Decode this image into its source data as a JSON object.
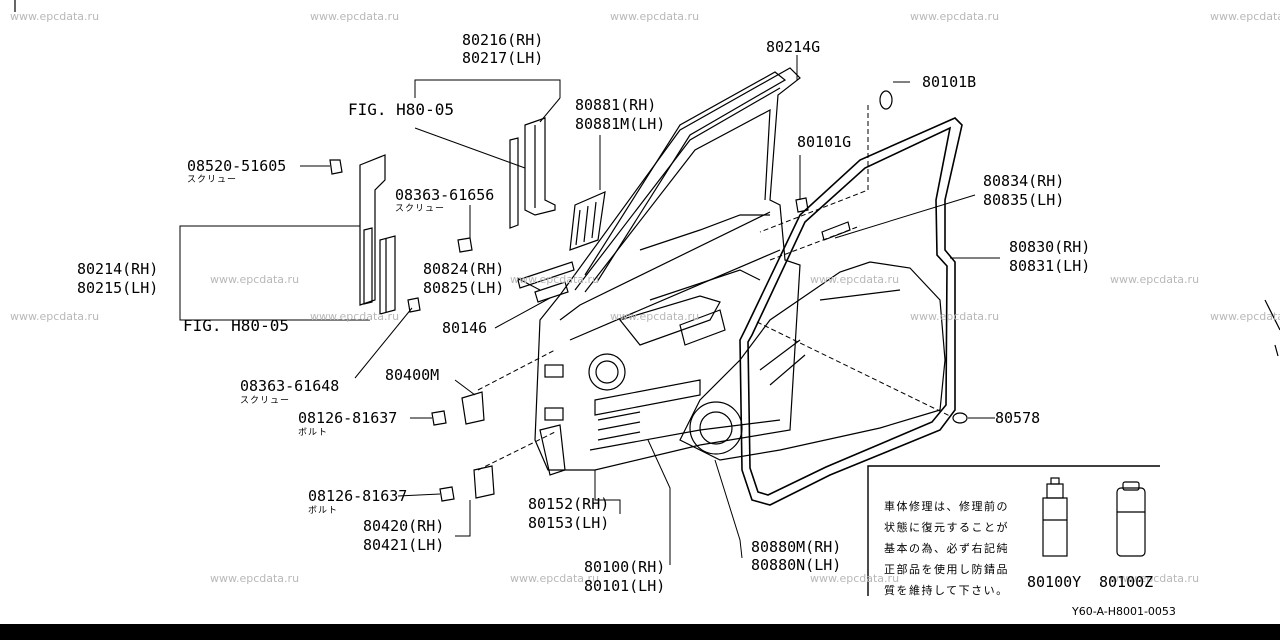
{
  "watermark": "www.epcdata.ru",
  "labels": {
    "p80216": "80216(RH)",
    "p80217": "80217(LH)",
    "fig_top": "FIG. H80-05",
    "fig_bottom": "FIG. H80-05",
    "p08520": "08520-51605",
    "screw1": "スクリュー",
    "p08363a": "08363-61656",
    "screw2": "スクリュー",
    "p80214": "80214(RH)",
    "p80215": "80215(LH)",
    "p80881": "80881(RH)",
    "p80881m": "80881M(LH)",
    "p80214g": "80214G",
    "p80101g": "80101G",
    "p80101b": "80101B",
    "p80834": "80834(RH)",
    "p80835": "80835(LH)",
    "p80830": "80830(RH)",
    "p80831": "80831(LH)",
    "p80824": "80824(RH)",
    "p80825": "80825(LH)",
    "p80146": "80146",
    "p08363b": "08363-61648",
    "screw3": "スクリュー",
    "p80400m": "80400M",
    "p08126a": "08126-81637",
    "bolt1": "ボルト",
    "p08126b": "08126-81637",
    "bolt2": "ボルト",
    "p80420": "80420(RH)",
    "p80421": "80421(LH)",
    "p80152": "80152(RH)",
    "p80153": "80153(LH)",
    "p80100": "80100(RH)",
    "p80101": "80101(LH)",
    "p80880m": "80880M(RH)",
    "p80880n": "80880N(LH)",
    "p80578": "80578"
  },
  "note": {
    "lines": [
      "車体修理は、修理前の",
      "状態に復元することが",
      "基本の為、必ず右記純",
      "正部品を使用し防錆品",
      "質を維持して下さい。"
    ],
    "can1": "80100Y",
    "can2": "80100Z"
  },
  "doc_code": "Y60-A-H8001-0053"
}
